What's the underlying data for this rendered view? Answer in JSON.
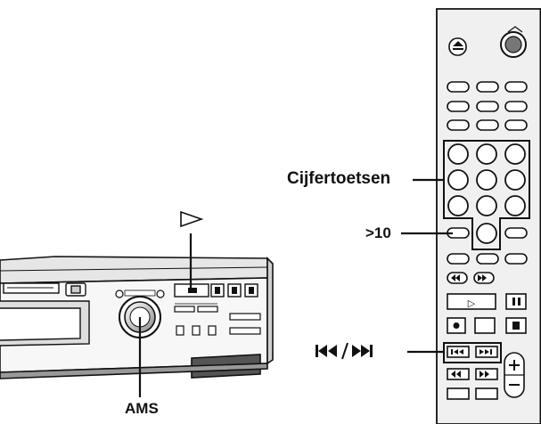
{
  "labels": {
    "number_keys": "Cijfertoetsen",
    "greater_than_10": ">10",
    "ams": "AMS"
  },
  "icons": {
    "play_symbol": "play-outline-triangle",
    "skip_back_forward": "previous-next-track",
    "remote_play_button": "▷"
  },
  "colors": {
    "line": "#111111",
    "remote_body": "#f0f0f0",
    "deck_body": "#f2f2f2",
    "dark": "#1a1a1a"
  }
}
